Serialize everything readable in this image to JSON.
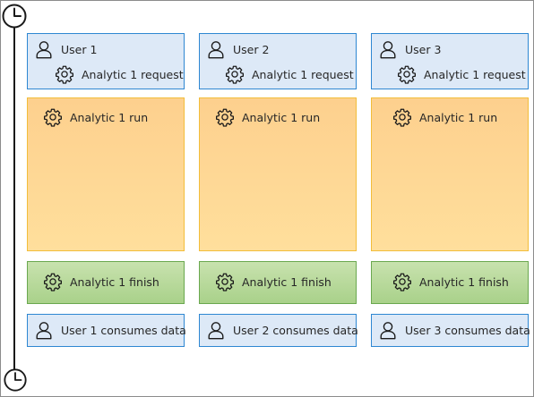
{
  "columns": [
    {
      "user_label": "User 1",
      "request_label": "Analytic 1 request",
      "run_label": "Analytic 1 run",
      "finish_label": "Analytic 1 finish",
      "consume_label": "User 1 consumes data"
    },
    {
      "user_label": "User 2",
      "request_label": "Analytic 1 request",
      "run_label": "Analytic 1 run",
      "finish_label": "Analytic 1 finish",
      "consume_label": "User 2 consumes data"
    },
    {
      "user_label": "User 3",
      "request_label": "Analytic 1 request",
      "run_label": "Analytic 1 run",
      "finish_label": "Analytic 1 finish",
      "consume_label": "User 3 consumes data"
    }
  ],
  "icons": {
    "timeline_start": "clock-icon",
    "timeline_end": "clock-icon",
    "user": "user-icon",
    "process": "gear-icon"
  },
  "colors": {
    "user_box_fill": "#dde9f7",
    "user_box_border": "#2e87d2",
    "run_box_fill": "#fdd08e",
    "run_box_border": "#f2bd3a",
    "finish_box_fill": "#b6d99a",
    "finish_box_border": "#6aa84f"
  }
}
